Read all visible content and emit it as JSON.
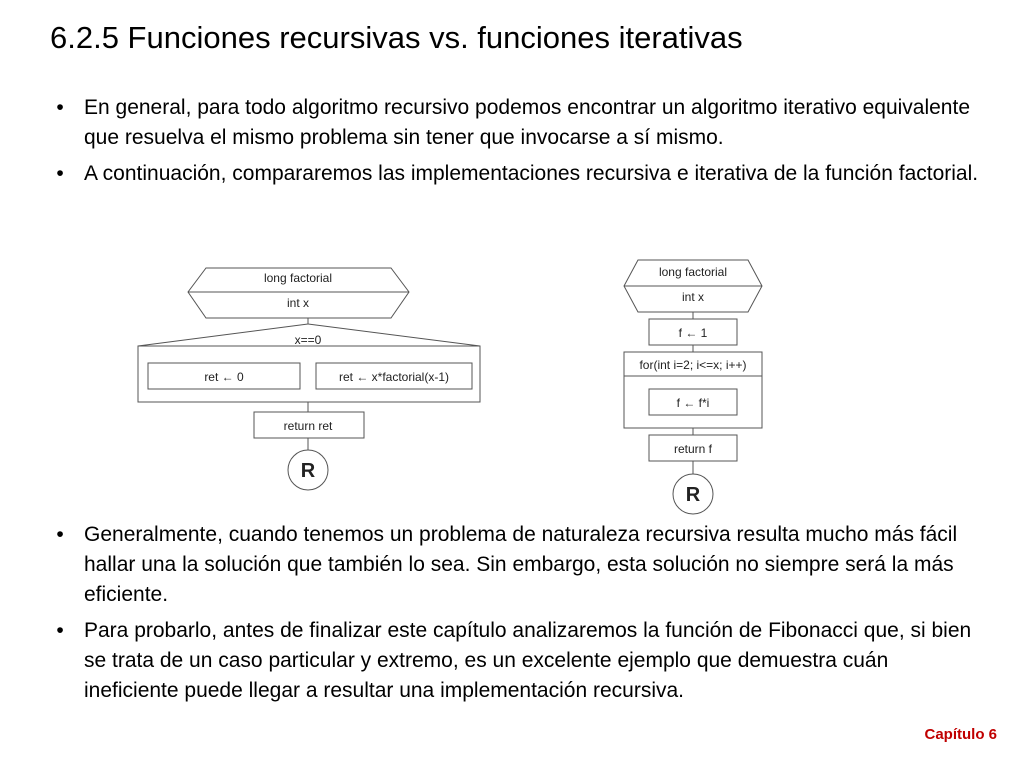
{
  "title": "6.2.5 Funciones recursivas vs. funciones iterativas",
  "bullets_top": [
    "En general, para todo algoritmo recursivo podemos encontrar un algoritmo iterativo equivalente que resuelva el mismo problema sin tener que invocarse a sí mismo.",
    "A continuación, compararemos las implementaciones recursiva e iterativa de la función factorial."
  ],
  "diagram_recursive": {
    "header": "long factorial",
    "param": "int x",
    "condition": "x==0",
    "branch_true": "ret ← 0",
    "branch_false": "ret ← x*factorial(x-1)",
    "return": "return ret",
    "end": "R"
  },
  "diagram_iterative": {
    "header": "long factorial",
    "param": "int x",
    "init": "f ← 1",
    "loop": "for(int i=2; i<=x; i++)",
    "body": "f ← f*i",
    "return": "return f",
    "end": "R"
  },
  "bullets_bottom": [
    "Generalmente, cuando tenemos un problema de naturaleza recursiva resulta mucho más fácil hallar una la solución que también lo sea. Sin embargo, esta solución no siempre será la más eficiente.",
    "Para probarlo, antes de finalizar este capítulo analizaremos la función de Fibonacci que, si bien se trata de un caso particular y extremo, es un excelente ejemplo que demuestra cuán ineficiente puede llegar a resultar una implementación recursiva."
  ],
  "footer": "Capítulo 6"
}
